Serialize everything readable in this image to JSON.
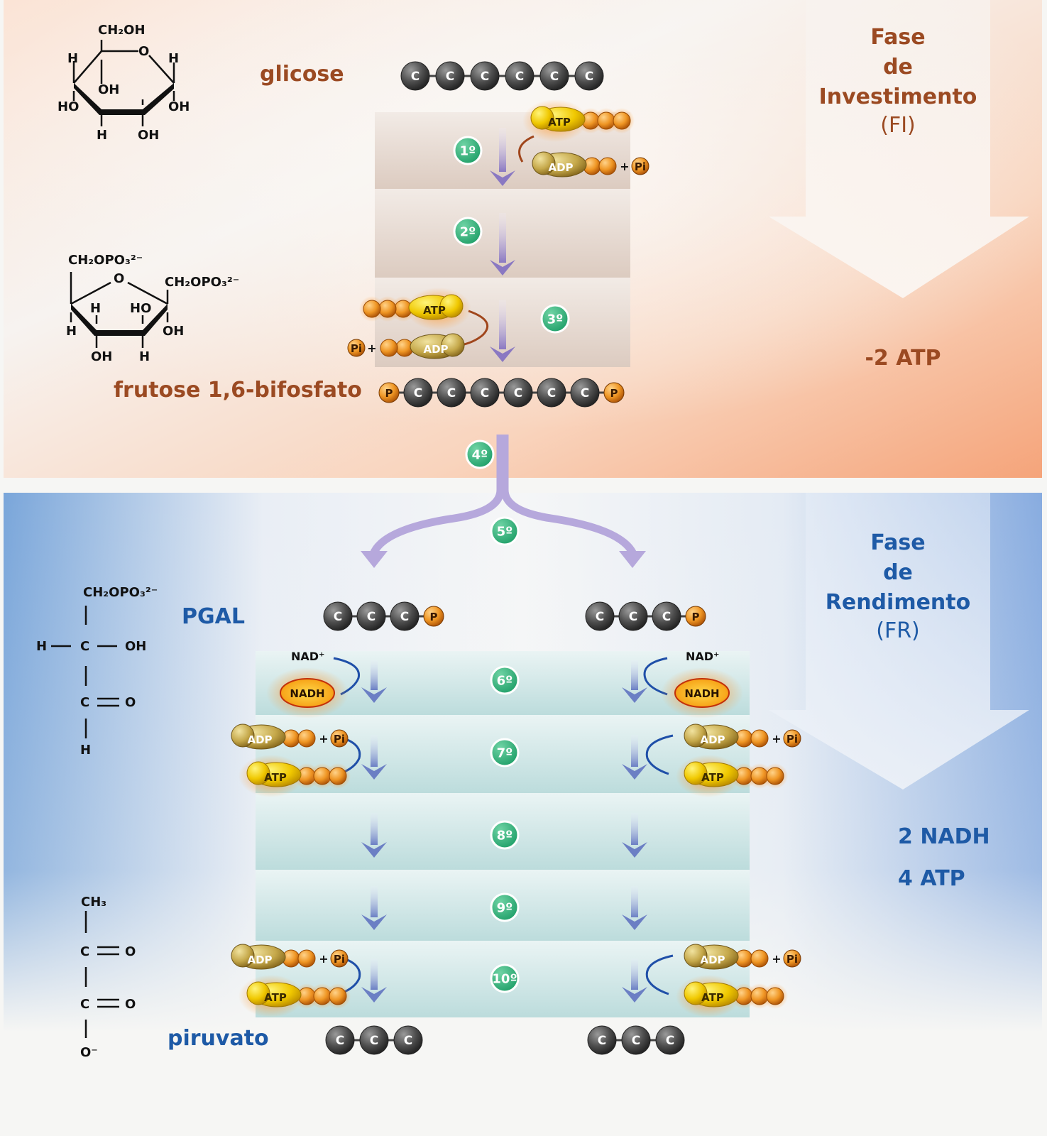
{
  "phases": {
    "investment": {
      "line1": "Fase",
      "line2": "de",
      "line3": "Investimento",
      "abbr": "(FI)",
      "result": "-2 ATP"
    },
    "yield": {
      "line1": "Fase",
      "line2": "de",
      "line3": "Rendimento",
      "abbr": "(FR)",
      "result1": "2  NADH",
      "result2": "4 ATP"
    }
  },
  "labels": {
    "glicose": "glicose",
    "frutose": "frutose 1,6-bifosfato",
    "pgal": "PGAL",
    "piruvato": "piruvato"
  },
  "atoms": {
    "carbon": "C",
    "phosphate": "P",
    "pi": "Pi",
    "plus": "+"
  },
  "molecules": {
    "atp": "ATP",
    "adp": "ADP",
    "nad": "NAD⁺",
    "nadh": "NADH"
  },
  "steps": [
    "1º",
    "2º",
    "3º",
    "4º",
    "5º",
    "6º",
    "7º",
    "8º",
    "9º",
    "10º"
  ],
  "structures": {
    "glucose": {
      "ch2oh": "CH₂OH",
      "o": "O",
      "h": "H",
      "oh": "OH",
      "ho": "HO"
    },
    "fructose": {
      "ch2opo3": "CH₂OPO₃²⁻",
      "o": "O",
      "h": "H",
      "ho": "HO",
      "oh": "OH"
    },
    "pgal": {
      "ch2opo3": "CH₂OPO₃²⁻",
      "h": "H",
      "c": "C",
      "oh": "OH",
      "o": "O"
    },
    "pyruvate": {
      "ch3": "CH₃",
      "c": "C",
      "o": "O",
      "o_minus": "O⁻"
    }
  }
}
